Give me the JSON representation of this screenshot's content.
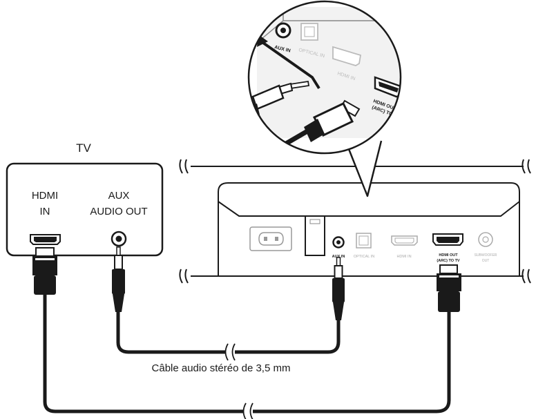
{
  "tv": {
    "title": "TV",
    "hdmi_label_1": "HDMI",
    "hdmi_label_2": "IN",
    "aux_label_1": "AUX",
    "aux_label_2": "AUDIO OUT"
  },
  "soundbar": {
    "ports": {
      "aux_in": "AUX IN",
      "optical_in": "OPTICAL IN",
      "hdmi_in": "HDMI IN",
      "hdmi_out_1": "HDMI OUT",
      "hdmi_out_2": "(ARC) TO TV",
      "subwoofer_1": "SUBWOOFER",
      "subwoofer_2": "OUT"
    }
  },
  "zoom": {
    "ports": {
      "aux_in": "AUX IN",
      "optical_in": "OPTICAL IN",
      "hdmi_in": "HDMI IN",
      "hdmi_out_1": "HDMI OUT",
      "hdmi_out_2": "(ARC) TO T"
    }
  },
  "cable": {
    "audio_label": "Câble audio stéréo de 3,5 mm"
  }
}
